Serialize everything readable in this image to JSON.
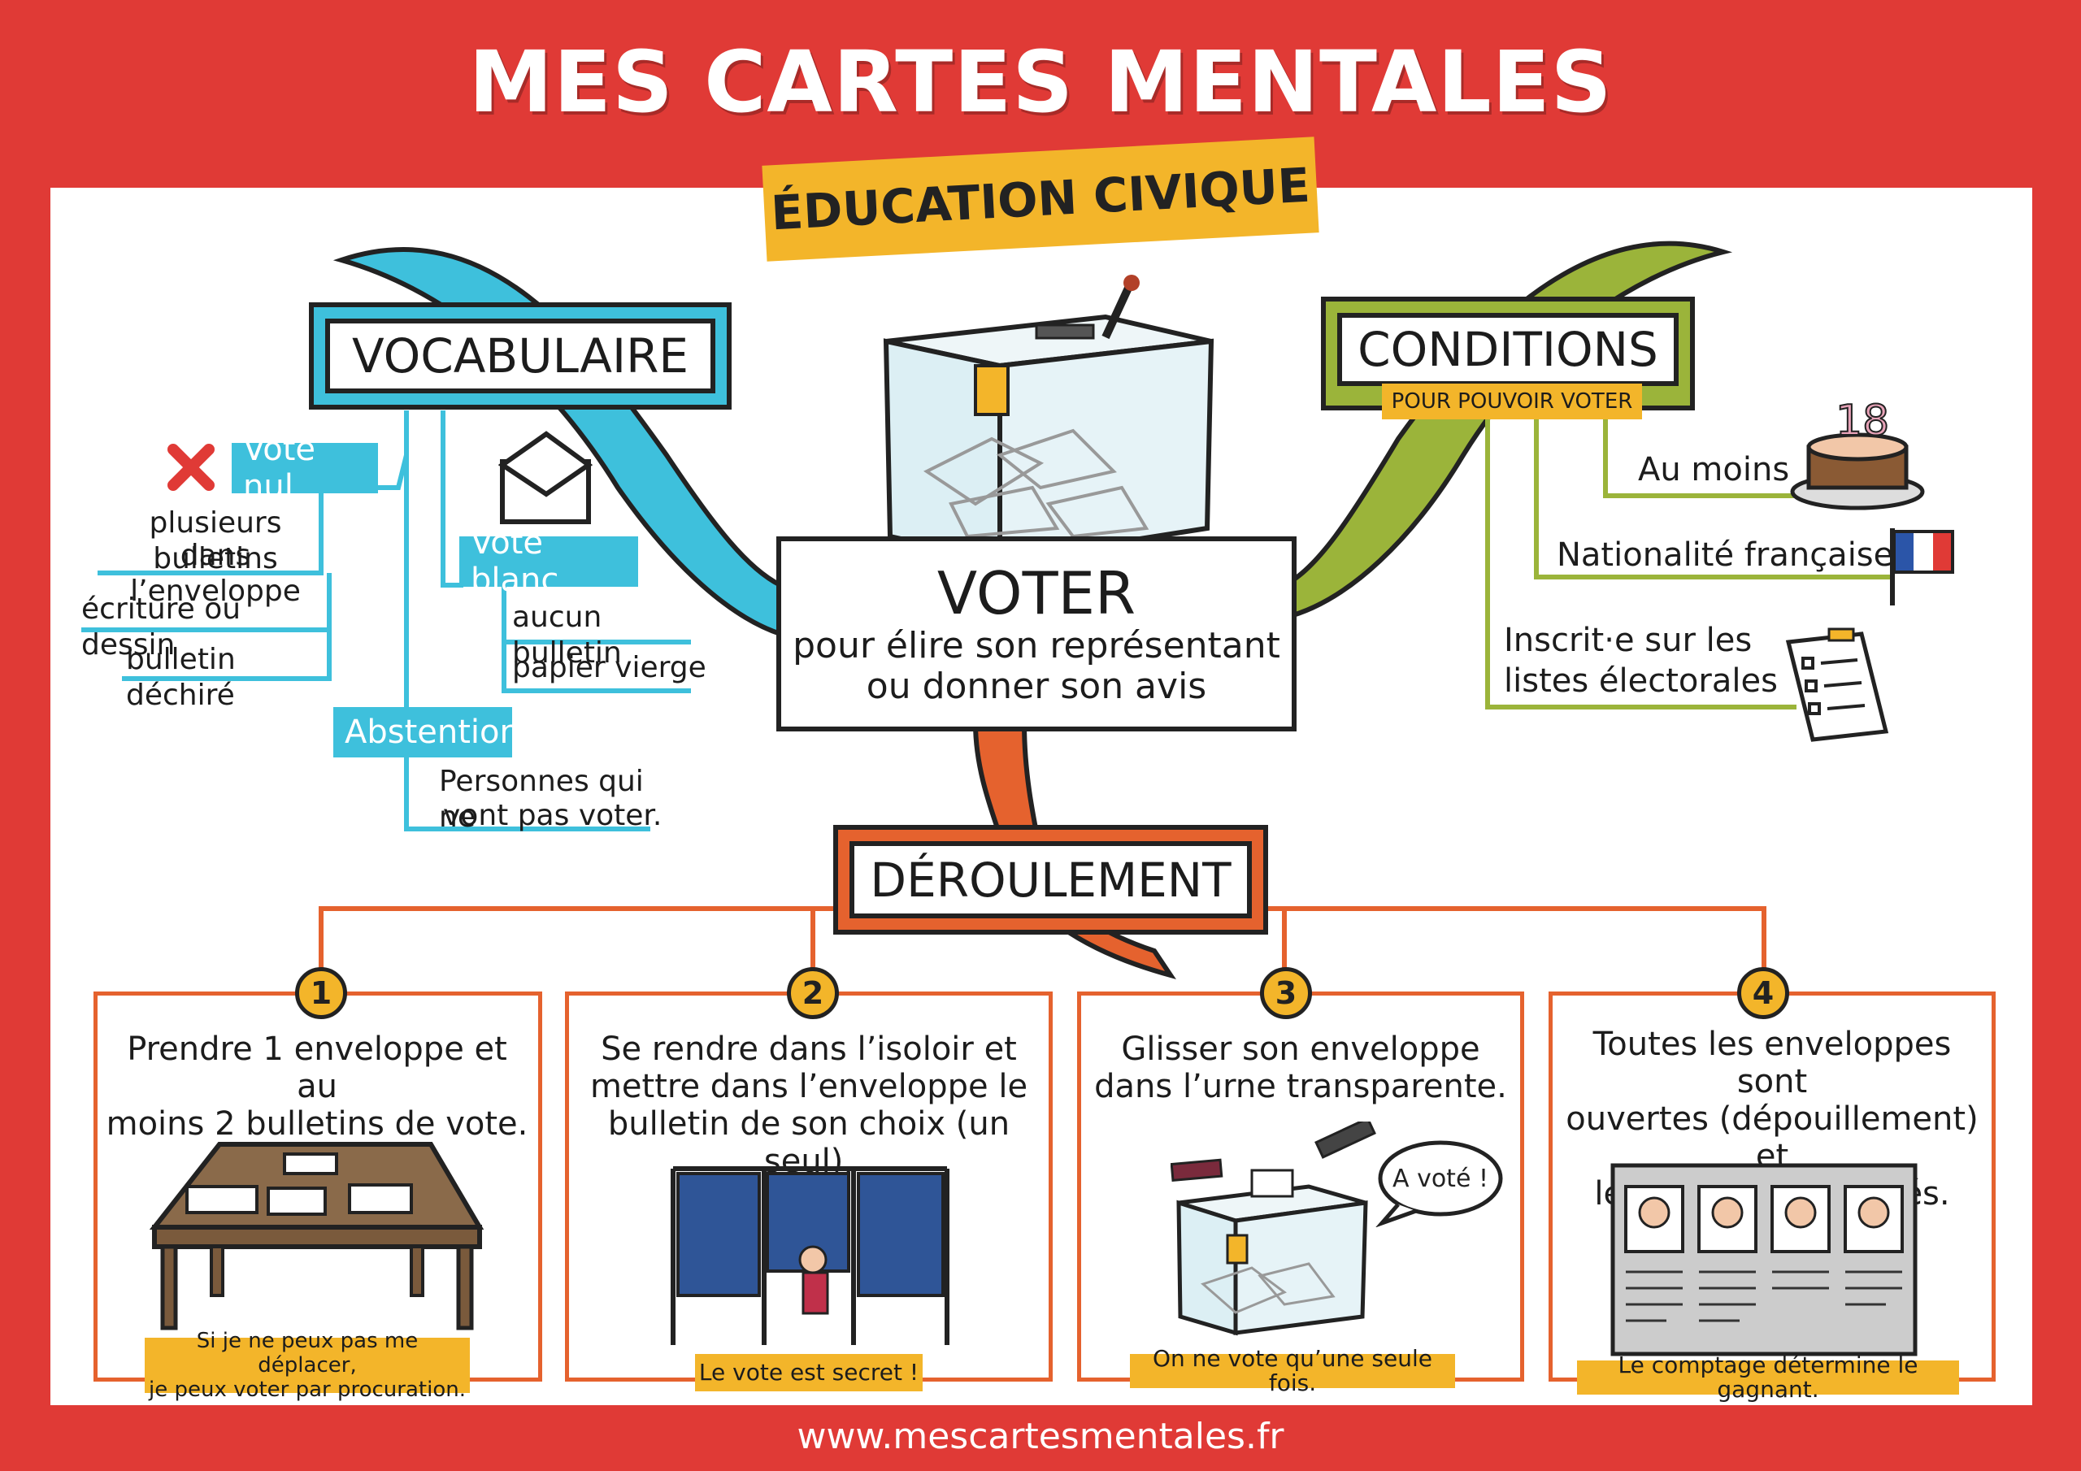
{
  "header": {
    "title": "MES CARTES MENTALES",
    "subtitle": "ÉDUCATION CIVIQUE"
  },
  "colors": {
    "background_red": "#e03a36",
    "vocab_blue": "#3ec0dc",
    "conditions_green": "#9bb43a",
    "deroulement_orange": "#e5622e",
    "highlight_yellow": "#f3b52a"
  },
  "center": {
    "title": "VOTER",
    "line1": "pour élire son représentant",
    "line2": "ou donner son avis"
  },
  "vocabulaire": {
    "heading": "VOCABULAIRE",
    "vote_nul": {
      "label": "Vote nul",
      "items": [
        "plusieurs bulletins",
        "dans l’enveloppe",
        "écriture ou dessin",
        "bulletin déchiré"
      ]
    },
    "vote_blanc": {
      "label": "Vote blanc",
      "items": [
        "aucun bulletin",
        "papier vierge"
      ]
    },
    "abstention": {
      "label": "Abstention",
      "lines": [
        "Personnes qui ne",
        "vont pas voter."
      ]
    }
  },
  "conditions": {
    "heading": "CONDITIONS",
    "subheading": "POUR POUVOIR VOTER",
    "items": [
      "Au moins",
      "Nationalité française",
      "Inscrit·e sur les",
      "listes électorales"
    ],
    "cake_number": "18"
  },
  "deroulement": {
    "heading": "DÉROULEMENT",
    "steps": [
      {
        "number": "1",
        "lines": [
          "Prendre 1 enveloppe et au",
          "moins 2 bulletins de vote."
        ],
        "note": [
          "Si je ne peux pas me déplacer,",
          "je peux voter par procuration."
        ]
      },
      {
        "number": "2",
        "lines": [
          "Se rendre dans l’isoloir et",
          "mettre dans l’enveloppe le",
          "bulletin de son choix (un seul)."
        ],
        "note": [
          "Le vote est secret !"
        ]
      },
      {
        "number": "3",
        "lines": [
          "Glisser son enveloppe",
          "dans l’urne transparente."
        ],
        "note": [
          "On ne vote qu’une seule fois."
        ],
        "bubble": "A voté !"
      },
      {
        "number": "4",
        "lines": [
          "Toutes les enveloppes sont",
          "ouvertes (dépouillement) et",
          "les bulletins comptés."
        ],
        "note": [
          "Le comptage détermine le gagnant."
        ]
      }
    ]
  },
  "footer": {
    "url": "www.mescartesmentales.fr"
  }
}
